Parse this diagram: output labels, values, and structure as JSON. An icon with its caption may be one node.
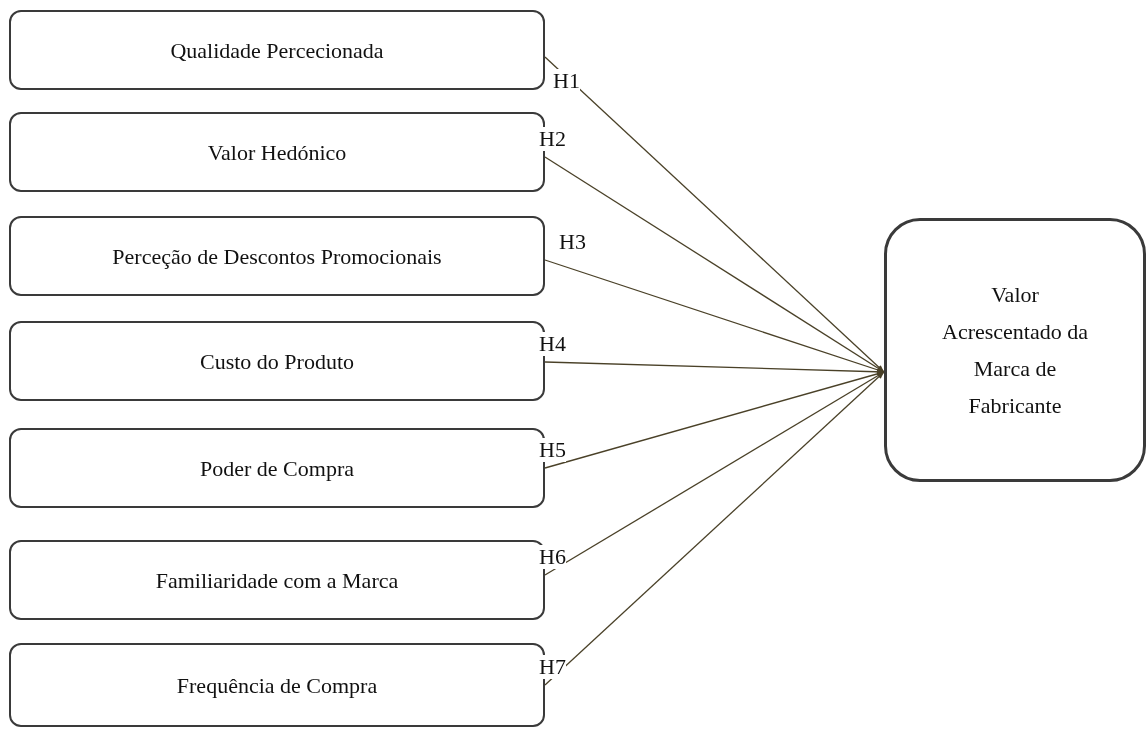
{
  "diagram": {
    "nodes": [
      {
        "text": [
          "Qualidade Percecionada"
        ]
      },
      {
        "text": [
          "Valor Hedónico"
        ]
      },
      {
        "text": [
          "Perceção de Descontos Promocionais"
        ]
      },
      {
        "text": [
          "Custo do Produto"
        ]
      },
      {
        "text": [
          "Poder de Compra"
        ]
      },
      {
        "text": [
          "Familiaridade com a Marca"
        ]
      },
      {
        "text": [
          "Frequência de Compra"
        ]
      },
      {
        "text": [
          "Valor Acrescentado da Marca de Fabricante"
        ]
      }
    ],
    "edges": [
      {
        "from": 0,
        "to": 7,
        "arrow": "to",
        "label": "H1"
      },
      {
        "from": 1,
        "to": 7,
        "arrow": "to",
        "label": "H2"
      },
      {
        "from": 2,
        "to": 7,
        "arrow": "to",
        "label": "H3"
      },
      {
        "from": 3,
        "to": 7,
        "arrow": "to",
        "label": "H4"
      },
      {
        "from": 4,
        "to": 7,
        "arrow": "to",
        "label": "H5"
      },
      {
        "from": 5,
        "to": 7,
        "arrow": "to",
        "label": "H6"
      },
      {
        "from": 6,
        "to": 7,
        "arrow": "to",
        "label": "H7"
      }
    ]
  }
}
